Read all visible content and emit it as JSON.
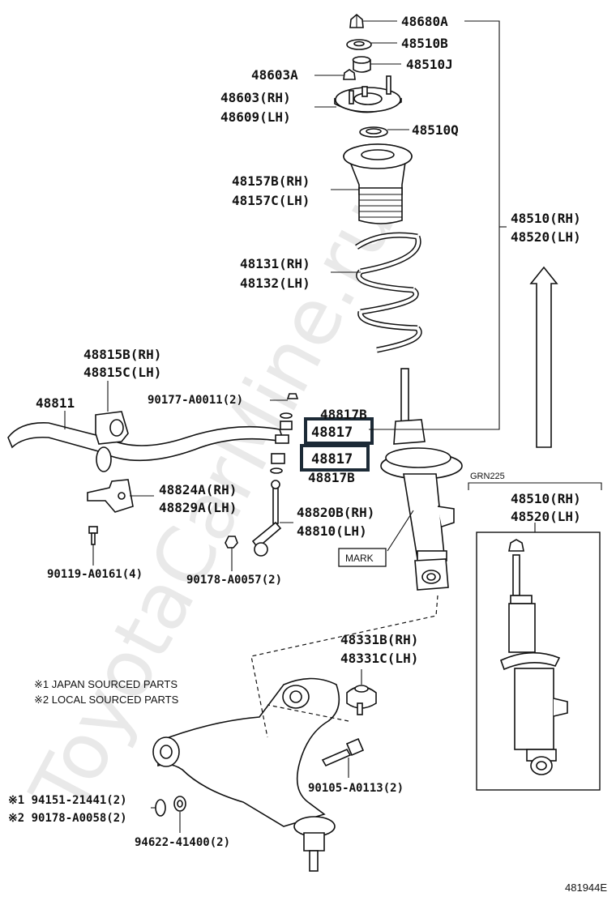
{
  "watermark": "ToyotaCarMine.ru",
  "diagram_id": "481944E",
  "labels": {
    "p48680A": "48680A",
    "p48510B": "48510B",
    "p48510J": "48510J",
    "p48603A": "48603A",
    "p48603": "48603(RH)",
    "p48609": "48609(LH)",
    "p48510Q": "48510Q",
    "p48157B": "48157B(RH)",
    "p48157C": "48157C(LH)",
    "p48510": "48510(RH)",
    "p48520": "48520(LH)",
    "p48131": "48131(RH)",
    "p48132": "48132(LH)",
    "p48815B": "48815B(RH)",
    "p48815C": "48815C(LH)",
    "p48811": "48811",
    "p90177": "90177-A0011(2)",
    "p48817B_top": "48817B",
    "p48817_a": "48817",
    "p48817_b": "48817",
    "p48817B_bot": "48817B",
    "p48824A": "48824A(RH)",
    "p48829A": "48829A(LH)",
    "p48820B": "48820B(RH)",
    "p48810": "48810(LH)",
    "mark": "MARK",
    "p90119": "90119-A0161(4)",
    "p90178_57": "90178-A0057(2)",
    "grn": "GRN225",
    "p48510_inset": "48510(RH)",
    "p48520_inset": "48520(LH)",
    "p48331B": "48331B(RH)",
    "p48331C": "48331C(LH)",
    "note1": "※1 JAPAN SOURCED PARTS",
    "note2": "※2 LOCAL SOURCED PARTS",
    "p90105": "90105-A0113(2)",
    "p94151": "※1 94151-21441(2)",
    "p90178_58": "※2 90178-A0058(2)",
    "p94622": "94622-41400(2)"
  }
}
